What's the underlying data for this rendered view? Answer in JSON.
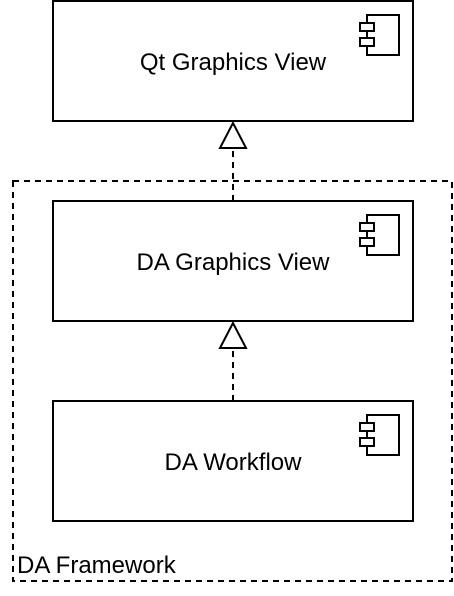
{
  "components": {
    "qt_graphics_view": {
      "label": "Qt Graphics View",
      "icon": "component-icon"
    },
    "da_graphics_view": {
      "label": "DA Graphics View",
      "icon": "component-icon"
    },
    "da_workflow": {
      "label": "DA Workflow",
      "icon": "component-icon"
    }
  },
  "frame": {
    "label": "DA Framework"
  },
  "relations": [
    {
      "from": "DA Graphics View",
      "to": "Qt Graphics View",
      "type": "dependency-generalization"
    },
    {
      "from": "DA Workflow",
      "to": "DA Graphics View",
      "type": "dependency-generalization"
    }
  ],
  "colors": {
    "stroke": "#000000",
    "fill": "#ffffff",
    "text": "#000000"
  }
}
